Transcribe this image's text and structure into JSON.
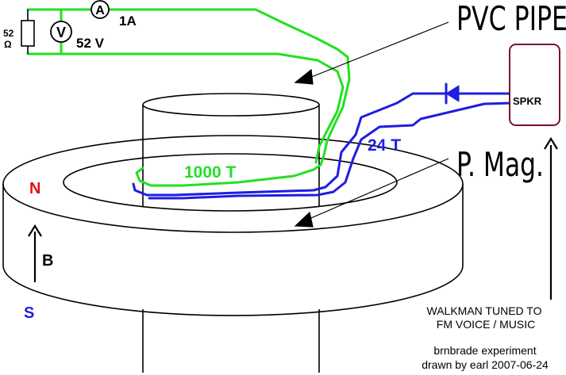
{
  "labels": {
    "pvc_pipe": "PVC PIPE",
    "p_mag": "P. Mag.",
    "primary_turns": "1000 T",
    "secondary_turns": "24 T",
    "resistor_value": "52",
    "resistor_unit": "Ω",
    "ammeter_symbol": "A",
    "ammeter_reading": "1A",
    "voltmeter_symbol": "V",
    "voltmeter_reading": "52 V",
    "speaker": "SPKR",
    "north": "N",
    "south": "S",
    "field": "B",
    "walkman_line1": "WALKMAN TUNED TO",
    "walkman_line2": "FM VOICE / MUSIC",
    "credit_line1": "brnbrade experiment",
    "credit_line2": "drawn by earl 2007-06-24"
  },
  "colors": {
    "primary_wire": "#22e022",
    "secondary_wire": "#1e1ee0",
    "outline": "#000000",
    "north_label": "#e01010",
    "south_label": "#1e1ee0",
    "speaker_box": "#7a1030"
  }
}
